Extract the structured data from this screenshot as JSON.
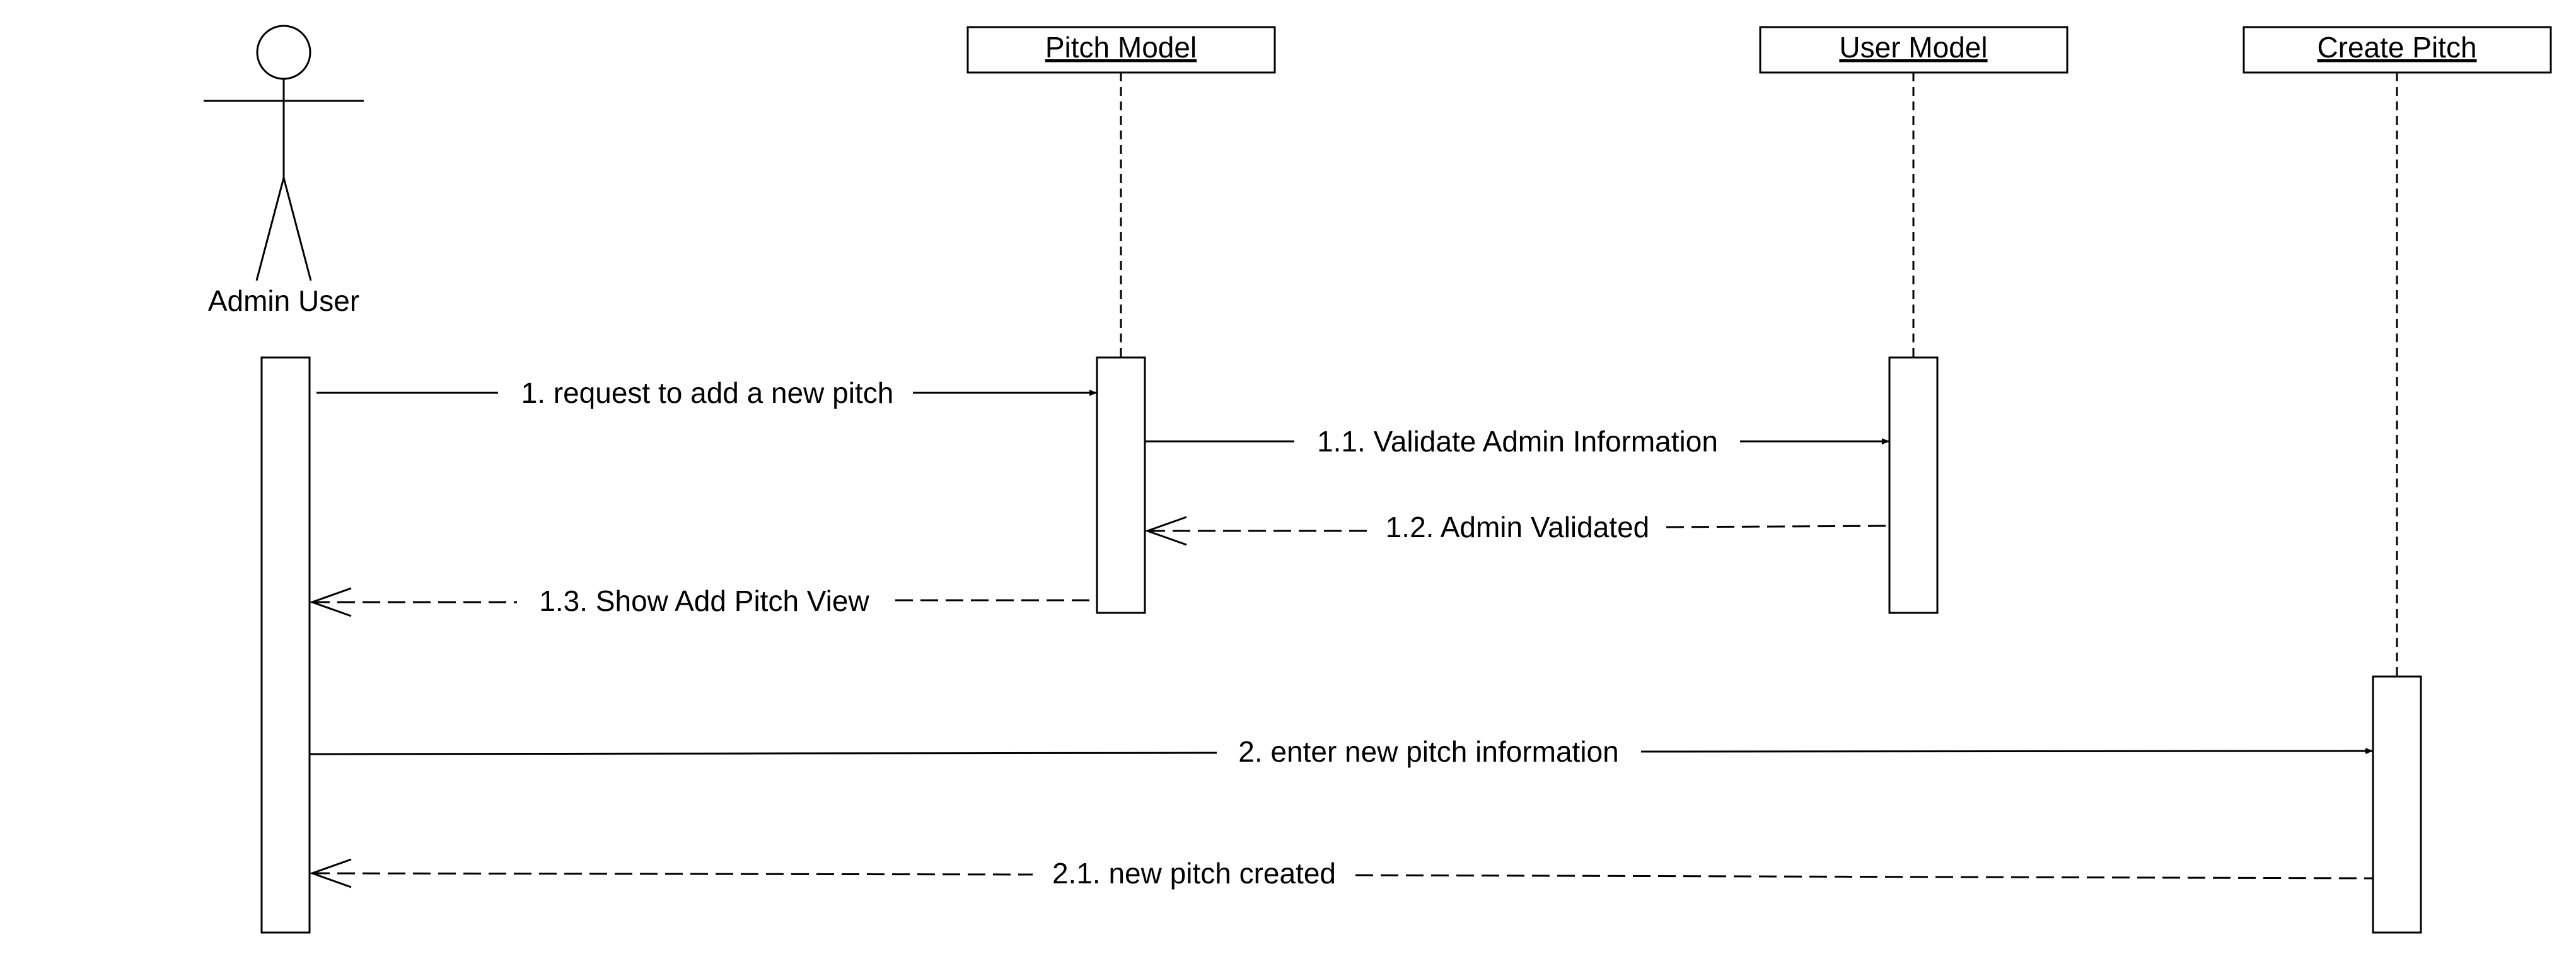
{
  "actor": {
    "name": "Admin User"
  },
  "participants": [
    {
      "id": "pitch-model",
      "name": "Pitch Model"
    },
    {
      "id": "user-model",
      "name": "User Model"
    },
    {
      "id": "create-pitch",
      "name": "Create Pitch"
    }
  ],
  "messages": [
    {
      "id": "m1",
      "label": "1. request to add a new pitch",
      "type": "sync"
    },
    {
      "id": "m11",
      "label": "1.1. Validate Admin Information",
      "type": "sync"
    },
    {
      "id": "m12",
      "label": "1.2. Admin Validated",
      "type": "return"
    },
    {
      "id": "m13",
      "label": "1.3. Show Add Pitch View",
      "type": "return"
    },
    {
      "id": "m2",
      "label": "2. enter new pitch information",
      "type": "sync"
    },
    {
      "id": "m21",
      "label": "2.1. new pitch created",
      "type": "return"
    }
  ],
  "colors": {
    "line": "#000000",
    "background": "#ffffff"
  }
}
